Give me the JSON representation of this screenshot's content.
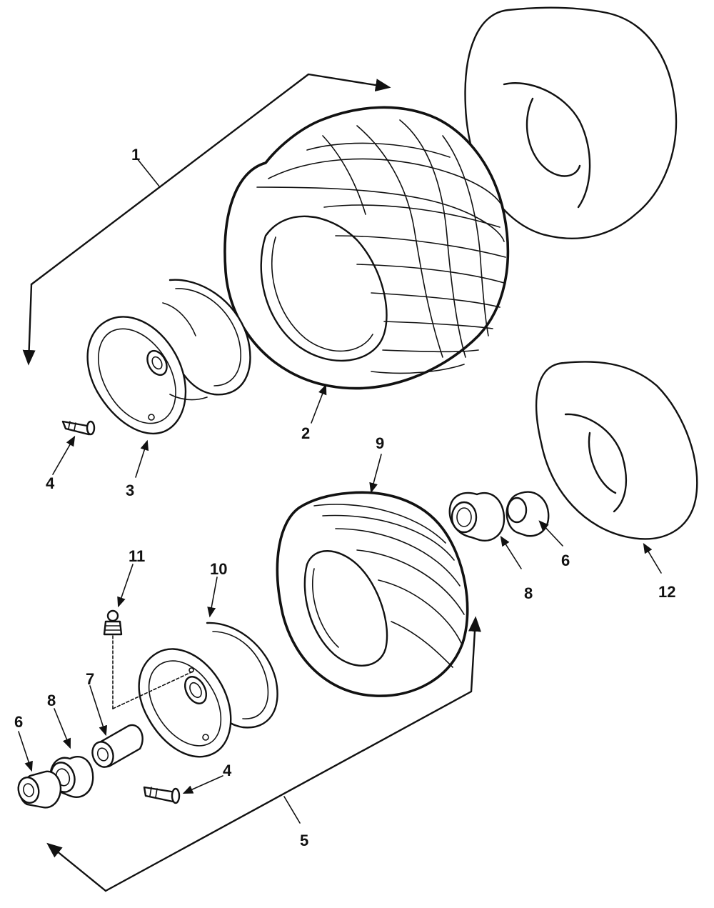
{
  "callouts": [
    {
      "id": "1",
      "label": "1"
    },
    {
      "id": "2",
      "label": "2"
    },
    {
      "id": "3",
      "label": "3"
    },
    {
      "id": "4a",
      "label": "4"
    },
    {
      "id": "4b",
      "label": "4"
    },
    {
      "id": "5",
      "label": "5"
    },
    {
      "id": "6a",
      "label": "6"
    },
    {
      "id": "6b",
      "label": "6"
    },
    {
      "id": "7",
      "label": "7"
    },
    {
      "id": "8a",
      "label": "8"
    },
    {
      "id": "8b",
      "label": "8"
    },
    {
      "id": "9",
      "label": "9"
    },
    {
      "id": "10",
      "label": "10"
    },
    {
      "id": "11",
      "label": "11"
    },
    {
      "id": "12",
      "label": "12"
    }
  ],
  "colors": {
    "line": "#111111",
    "background": "#ffffff"
  }
}
